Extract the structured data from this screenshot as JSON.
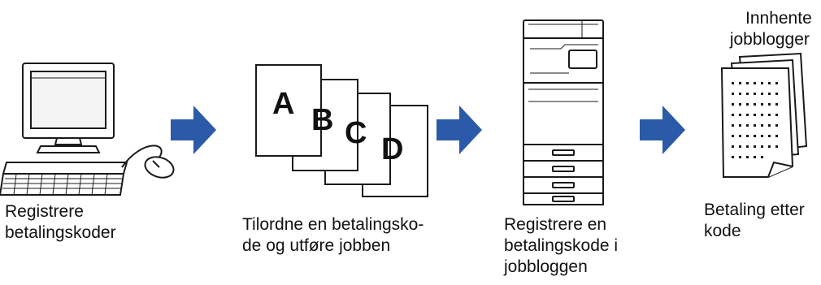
{
  "steps": [
    {
      "label_lines": [
        "Registrere",
        "betalingskoder"
      ]
    },
    {
      "label_lines": [
        "Tilordne en betalingsko-",
        "de og utføre jobben"
      ]
    },
    {
      "label_lines": [
        "Registrere en",
        "betalingskode i",
        "jobbloggen"
      ]
    },
    {
      "label_lines": [
        "Betaling etter",
        "kode"
      ]
    }
  ],
  "retrieve_logs_lines": [
    "Innhente",
    "jobblogger"
  ],
  "documents": [
    "A",
    "B",
    "C",
    "D"
  ],
  "arrow_count": 3,
  "colors": {
    "arrow": "#2a5aa8",
    "outline": "#1a1a1a",
    "paper": "#ffffff"
  },
  "icons": [
    "computer-icon",
    "documents-icon",
    "copier-icon",
    "job-log-icon"
  ]
}
